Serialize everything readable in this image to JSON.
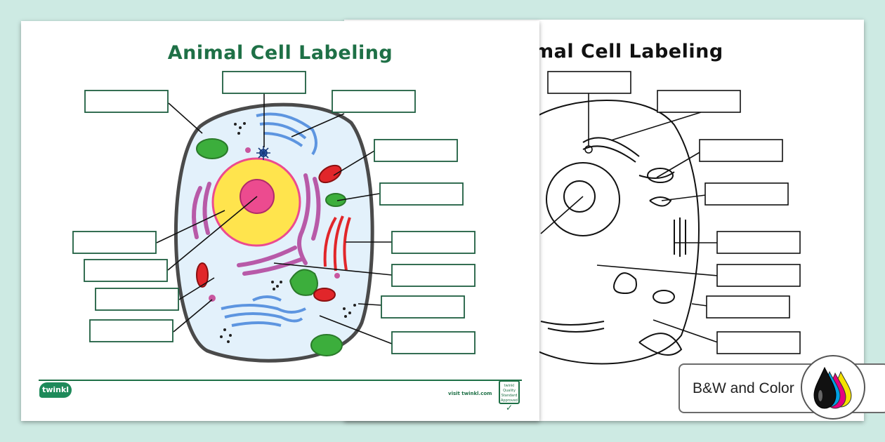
{
  "sheets": {
    "color": {
      "title": "Animal Cell Labeling",
      "logo": "twinkl",
      "visit": "visit twinkl.com",
      "badge": "twinkl Quality Standard Approved"
    },
    "bw": {
      "title": "mal Cell Labeling"
    }
  },
  "mode_label": "B&W and Color",
  "icons": {
    "ink": "ink-drops-icon",
    "check": "check-icon"
  },
  "colors": {
    "background": "#cdeae3",
    "title_green": "#1e7046",
    "cytoplasm": "#e3f1fb",
    "nucleus": "#ffe44d",
    "nucleolus": "#ec4b8f",
    "golgi_blue": "#5d95e0",
    "mitochondria": "#e1262a",
    "vacuole_green": "#3cae3c",
    "er_purple": "#b85aa8"
  }
}
